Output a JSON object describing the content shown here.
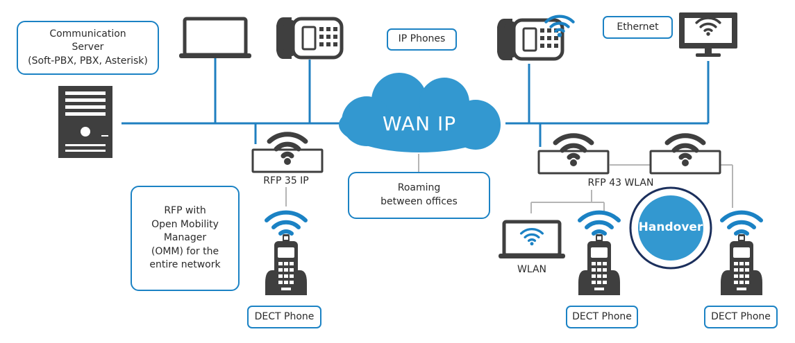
{
  "colors": {
    "blue": "#1b82c4",
    "line_blue": "#1f7fc0",
    "dark": "#3f3f3f",
    "gray_line": "#b5b5b5"
  },
  "communication_server": {
    "lines": [
      "Communication",
      "Server",
      "(Soft-PBX, PBX, Asterisk)"
    ]
  },
  "ip_phones_label": "IP Phones",
  "ethernet_label": "Ethernet",
  "wan_label": "WAN IP",
  "roaming": {
    "lines": [
      "Roaming",
      "between offices"
    ]
  },
  "rfp35_label": "RFP 35 IP",
  "rfp43_label": "RFP 43 WLAN",
  "omm_note": {
    "lines": [
      "RFP with",
      "Open Mobility",
      "Manager",
      "(OMM) for the",
      "entire network"
    ]
  },
  "wlan_label": "WLAN",
  "handover_label": "Handover",
  "dect_phone_labels": [
    "DECT Phone",
    "DECT Phone",
    "DECT Phone"
  ],
  "icons": [
    "server-icon",
    "laptop-icon",
    "desk-phone-icon",
    "wifi-desk-phone-icon",
    "wifi-monitor-icon",
    "access-point-icon",
    "dect-handset-icon",
    "wifi-laptop-icon",
    "cloud-icon"
  ]
}
